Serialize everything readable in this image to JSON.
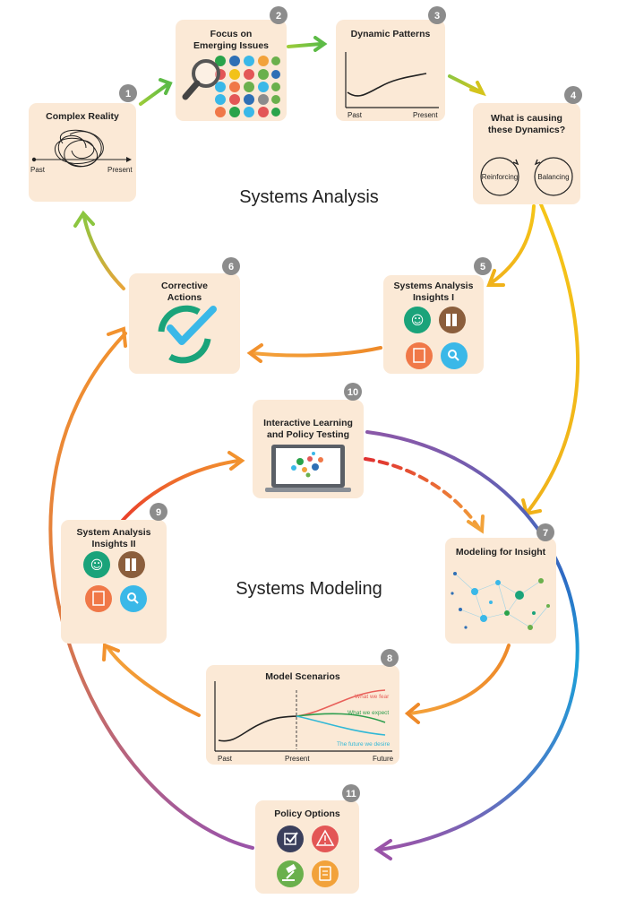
{
  "sections": {
    "analysis": "Systems Analysis",
    "modeling": "Systems Modeling"
  },
  "steps": [
    {
      "num": "1",
      "title": [
        "Complex Reality"
      ],
      "labels": [
        "Past",
        "Present"
      ]
    },
    {
      "num": "2",
      "title": [
        "Focus on",
        "Emerging Issues"
      ]
    },
    {
      "num": "3",
      "title": [
        "Dynamic Patterns"
      ],
      "labels": [
        "Past",
        "Present"
      ]
    },
    {
      "num": "4",
      "title": [
        "What is causing",
        "these Dynamics?"
      ],
      "labels": [
        "Reinforcing",
        "Balancing"
      ]
    },
    {
      "num": "5",
      "title": [
        "Systems Analysis",
        "Insights I"
      ]
    },
    {
      "num": "6",
      "title": [
        "Corrective",
        "Actions"
      ]
    },
    {
      "num": "7",
      "title": [
        "Modeling for Insight"
      ]
    },
    {
      "num": "8",
      "title": [
        "Model Scenarios"
      ],
      "labels": [
        "Past",
        "Present",
        "Future"
      ],
      "scenarios": [
        "What we fear",
        "What we expect",
        "The future we desire"
      ]
    },
    {
      "num": "9",
      "title": [
        "System Analysis",
        "Insights II"
      ]
    },
    {
      "num": "10",
      "title": [
        "Interactive Learning",
        "and Policy Testing"
      ]
    },
    {
      "num": "11",
      "title": [
        "Policy Options"
      ]
    }
  ],
  "icons": {
    "insights": [
      "brain-icon",
      "books-icon",
      "document-icon",
      "search-icon"
    ],
    "policy": [
      "checkbox-icon",
      "warning-icon",
      "gavel-icon",
      "clipboard-icon"
    ]
  },
  "colors": {
    "card": "#fbe9d6",
    "badge": "#8c8c8c",
    "teal": "#1aa37a",
    "brown": "#8b5e3c",
    "orange": "#f07848",
    "blue": "#3ab8e8",
    "navy": "#3a3f5c",
    "red": "#e35656",
    "green": "#6ab04c",
    "amber": "#f2a23a",
    "fear": "#e8605a",
    "expect": "#2e9e4e",
    "desire": "#32b8d6"
  }
}
